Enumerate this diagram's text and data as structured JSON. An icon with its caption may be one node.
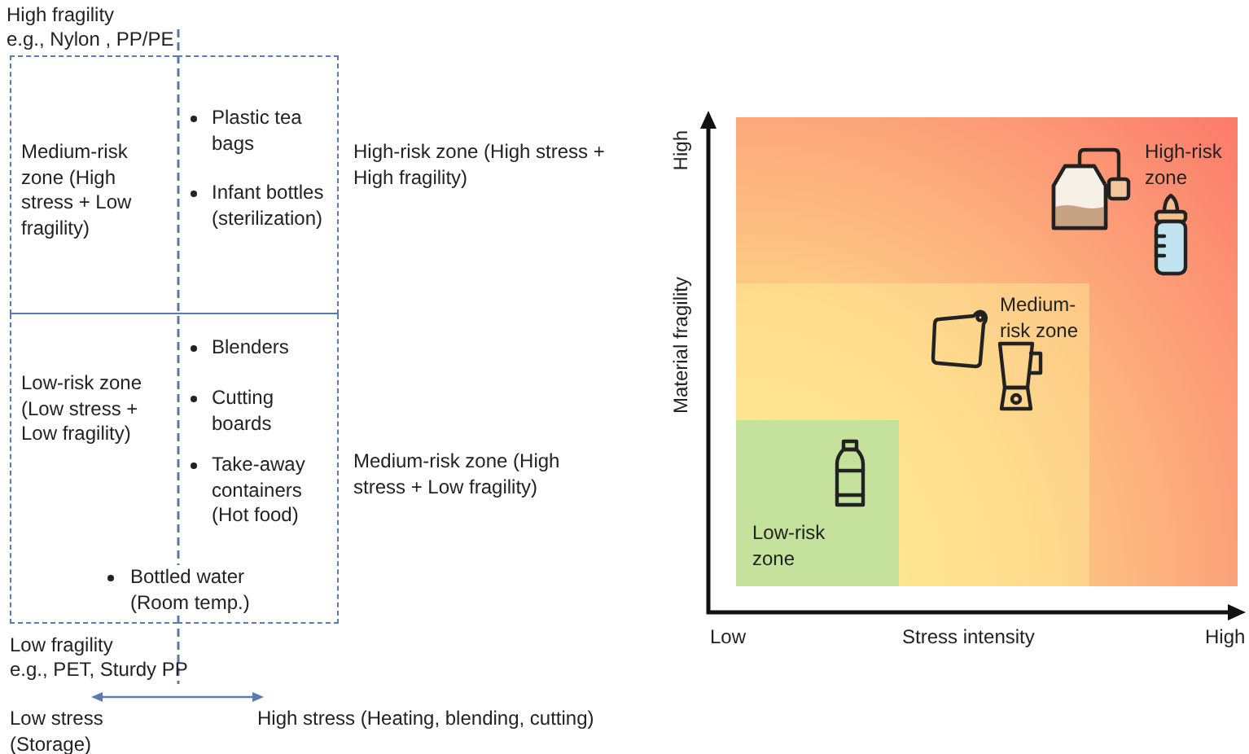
{
  "diagram": {
    "nodes": [
      {
        "text": [
          "Medium-risk zone (High stress + Low fragility)"
        ]
      },
      {
        "text": [
          "Plastic tea bags",
          "Infant bottles (sterilization)"
        ],
        "beside": [
          "High-risk zone (High stress + High fragility)"
        ]
      },
      {
        "text": [
          "Low-risk zone (Low stress + Low fragility)"
        ]
      },
      {
        "text": [
          "Blenders",
          "Cutting boards",
          "Take-away containers (Hot food)"
        ],
        "beside": [
          "Medium-risk zone (High stress + Low fragility)"
        ]
      },
      {
        "text": [
          "High-risk zone"
        ]
      },
      {
        "text": [
          "Medium-risk zone"
        ],
        "in": 4
      },
      {
        "text": [
          "Low-risk zone"
        ],
        "in": 5
      }
    ],
    "labels": [
      "High fragility",
      "e.g., Nylon , PP/PE",
      "Bottled water (Room temp.)",
      "Low fragility",
      "e.g., PET, Sturdy PP",
      "Low stress (Storage)",
      "High stress (Heating, blending, cutting)",
      "High",
      "Material fragility",
      "Low",
      "Stress intensity",
      "High"
    ]
  }
}
